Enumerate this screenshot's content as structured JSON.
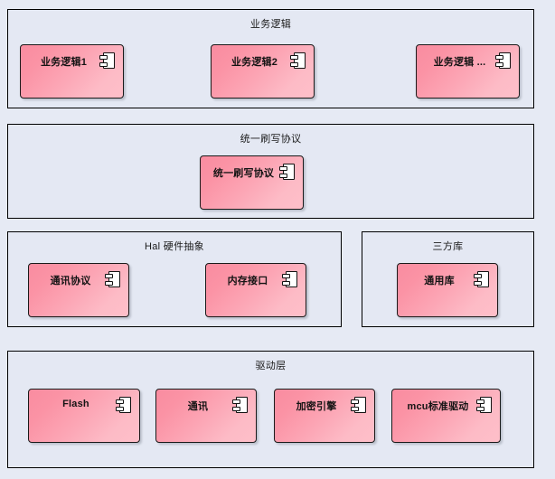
{
  "diagram": {
    "type": "uml-component-diagram",
    "background_color": "#e6eaf4",
    "band_fill_color": "#e4e8f3",
    "band_border_color": "#000000",
    "component_fill_start": "#f98ca0",
    "component_fill_end": "#febfc9",
    "component_border_color": "#1a1a1a",
    "component_icon_name": "uml-component-icon"
  },
  "bands": [
    {
      "id": "business-logic",
      "title": "业务逻辑",
      "components": [
        {
          "label": "业务逻辑1",
          "icon": "uml-component-icon"
        },
        {
          "label": "业务逻辑2",
          "icon": "uml-component-icon"
        },
        {
          "label": "业务逻辑 ...",
          "icon": "uml-component-icon"
        }
      ]
    },
    {
      "id": "unified-flash-protocol",
      "title": "统一刷写协议",
      "components": [
        {
          "label": "统一刷写协议",
          "icon": "uml-component-icon"
        }
      ]
    },
    {
      "id": "hal",
      "title": "Hal 硬件抽象",
      "components": [
        {
          "label": "通讯协议",
          "icon": "uml-component-icon"
        },
        {
          "label": "内存接口",
          "icon": "uml-component-icon"
        }
      ]
    },
    {
      "id": "third-party-library",
      "title": "三方库",
      "components": [
        {
          "label": "通用库",
          "icon": "uml-component-icon"
        }
      ]
    },
    {
      "id": "driver-layer",
      "title": "驱动层",
      "components": [
        {
          "label": "Flash",
          "icon": "uml-component-icon"
        },
        {
          "label": "通讯",
          "icon": "uml-component-icon"
        },
        {
          "label": "加密引擎",
          "icon": "uml-component-icon"
        },
        {
          "label": "mcu标准驱动",
          "icon": "uml-component-icon"
        }
      ]
    }
  ]
}
